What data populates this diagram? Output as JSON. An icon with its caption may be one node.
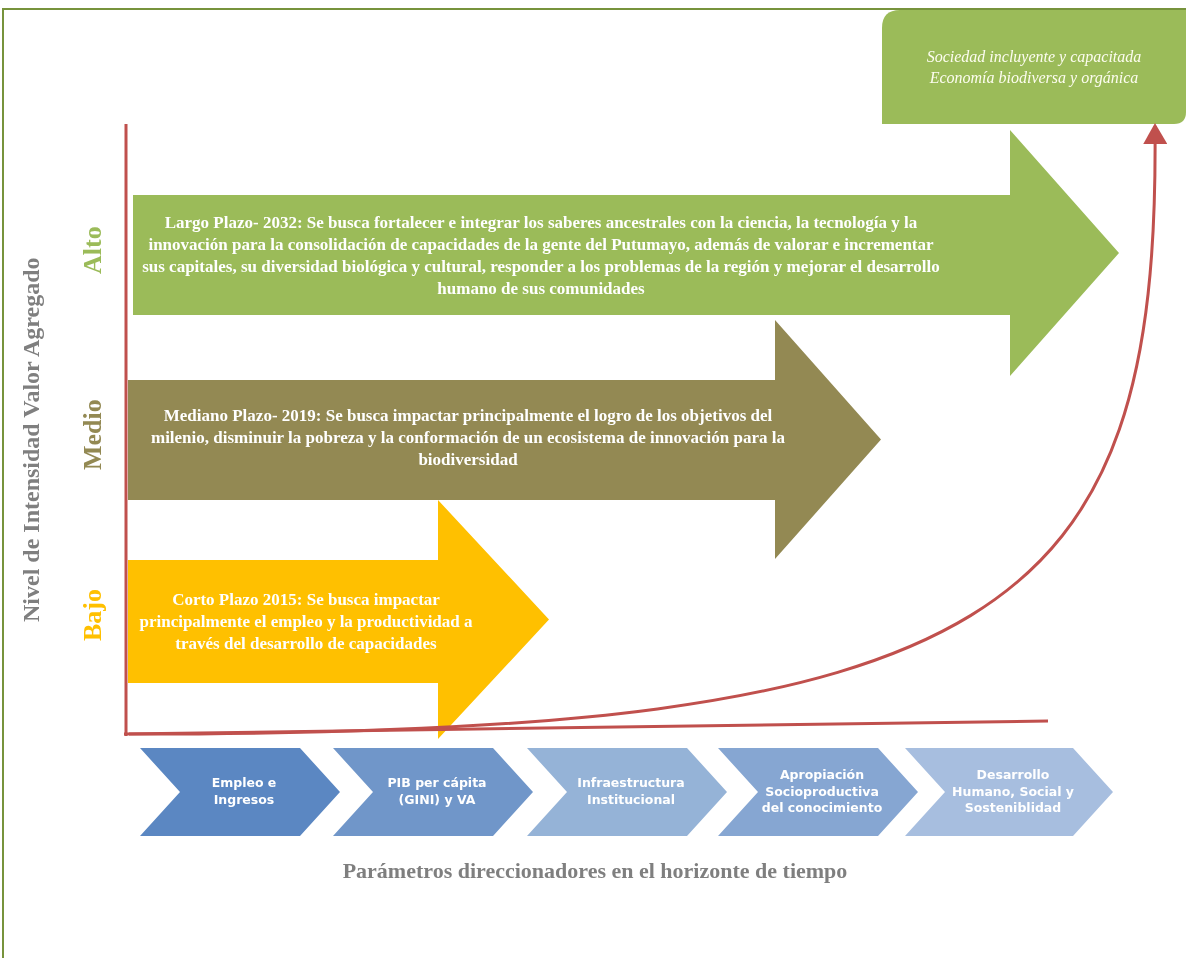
{
  "diagram": {
    "nodes": [
      {
        "text": [
          "Sociedad incluyente y capacitada",
          "Economía biodiversa y orgánica"
        ]
      },
      {
        "text": [
          "Largo Plazo- 2032: Se busca fortalecer e integrar los saberes ancestrales con la ciencia, la tecnología y la innovación para la consolidación de capacidades de la gente del Putumayo, además de valorar e incrementar sus capitales, su diversidad biológica y cultural, responder a los problemas de la región y mejorar el desarrollo humano de sus comunidades"
        ]
      },
      {
        "text": [
          "Mediano Plazo- 2019: Se busca impactar principalmente el logro de los objetivos del milenio, disminuir la pobreza y la conformación de un ecosistema de innovación para la biodiversidad"
        ]
      },
      {
        "text": [
          "Corto Plazo 2015: Se busca impactar principalmente el empleo y la productividad a través del desarrollo de capacidades"
        ]
      },
      {
        "text": [
          "Empleo e Ingresos"
        ]
      },
      {
        "text": [
          "PIB per cápita (GINI) y VA"
        ]
      },
      {
        "text": [
          "Infraestructura Institucional"
        ]
      },
      {
        "text": [
          "Apropiación Socioproductiva del conocimiento"
        ]
      },
      {
        "text": [
          "Desarrollo Humano, Social y Sosteniblidad"
        ]
      }
    ],
    "edges": [
      {
        "from": 3,
        "to": 0,
        "arrow": "to"
      }
    ],
    "labels": [
      "Nivel de Intensidad Valor Agregado",
      "Alto",
      "Medio",
      "Bajo",
      "Parámetros direccionadores en el horizonte de tiempo"
    ]
  }
}
